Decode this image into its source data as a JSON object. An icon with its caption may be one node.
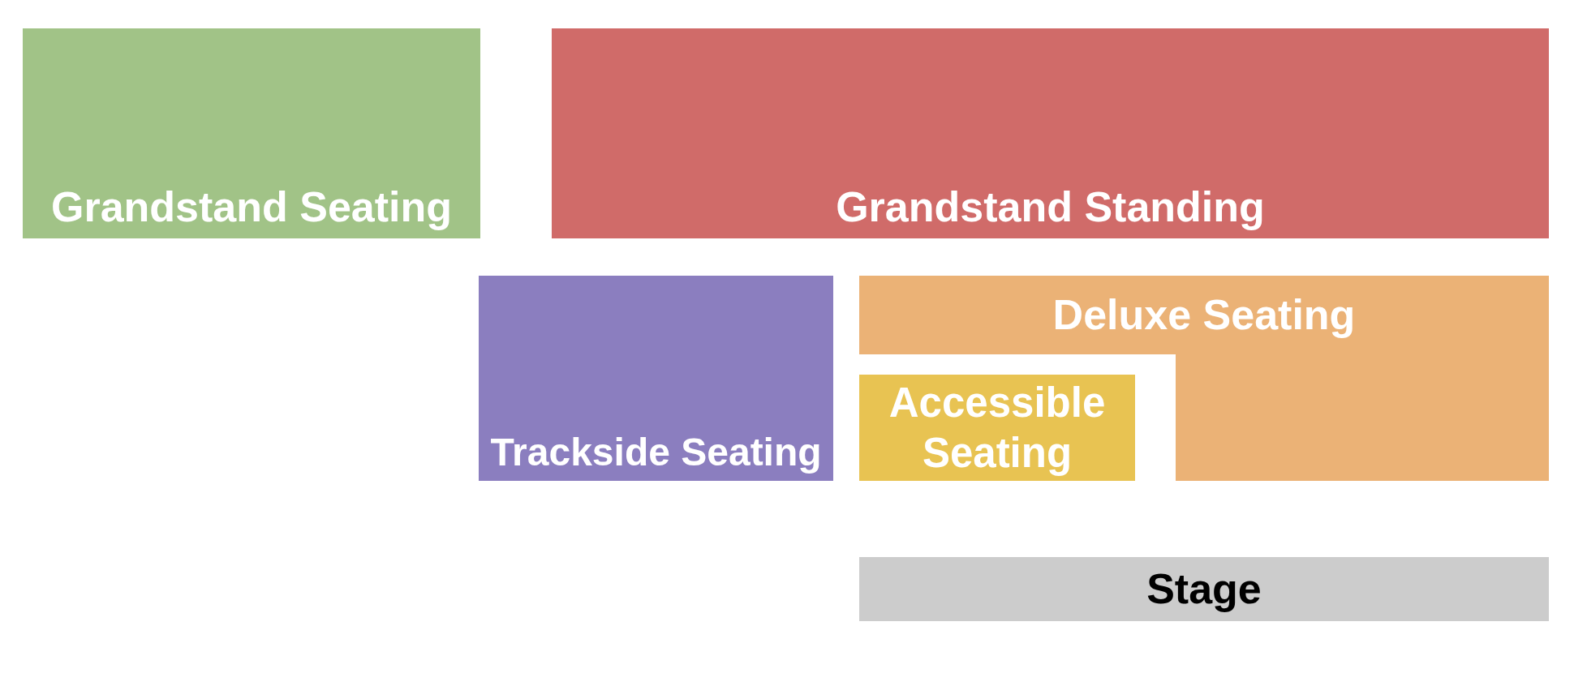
{
  "diagram": {
    "nodes": [
      {
        "text": [
          "Grandstand Seating"
        ]
      },
      {
        "text": [
          "Grandstand Standing"
        ]
      },
      {
        "text": [
          "Trackside Seating"
        ]
      },
      {
        "text": [
          "Deluxe Seating"
        ]
      },
      {
        "text": [
          "Accessible Seating"
        ]
      },
      {
        "text": [
          "Stage"
        ]
      }
    ]
  }
}
